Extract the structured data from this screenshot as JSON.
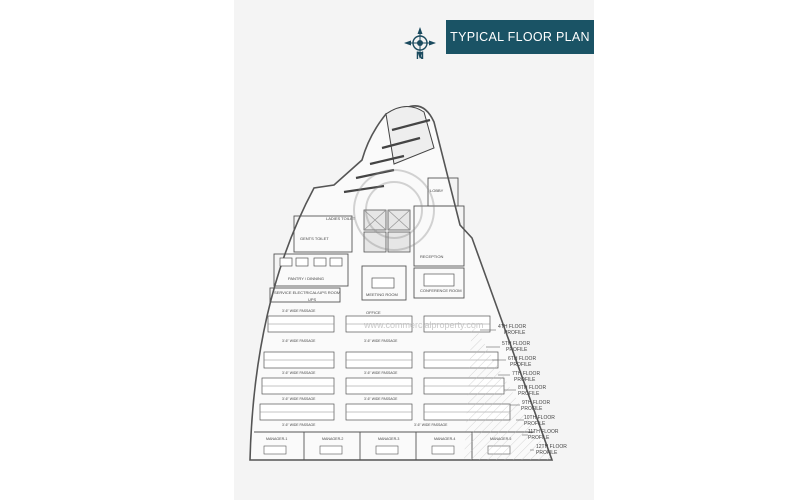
{
  "title": "TYPICAL FLOOR PLAN",
  "compass": {
    "letter": "N",
    "icon": "north-compass-icon"
  },
  "colors": {
    "title_bg": "#1a5365",
    "title_text": "#ffffff",
    "line": "#555555",
    "sheet": "#f4f4f4"
  },
  "watermark": "www.commercialproperty.com",
  "rooms": {
    "lobby": "LOBBY",
    "lobby_toilet": "LADIES TOILET",
    "gents_toilet": "GENTS TOILET",
    "pantry": "PANTRY / DINNING",
    "service": "SERVICE ELECTRICAL/UPS ROOM",
    "ups": "UPS",
    "meeting": "MEETING ROOM",
    "conference": "CONFERENCE ROOM",
    "office": "OFFICE",
    "reception": "RECEPTION"
  },
  "passages": [
    "3'-6\" WIDE PASSAGE",
    "3'-6\" WIDE PASSAGE",
    "3'-6\" WIDE PASSAGE",
    "3'-6\" WIDE PASSAGE",
    "3'-6\" WIDE PASSAGE",
    "3'-6\" WIDE PASSAGE",
    "3'-6\" WIDE PASSAGE",
    "3'-6\" WIDE PASSAGE",
    "3'-6\" WIDE PASSAGE"
  ],
  "managers": [
    "MANAGER-1",
    "MANAGER-2",
    "MANAGER-3",
    "MANAGER-4",
    "MANAGER-5"
  ],
  "floor_profiles": [
    {
      "line1": "4TH FLOOR",
      "line2": "PROFILE"
    },
    {
      "line1": "5TH FLOOR",
      "line2": "PROFILE"
    },
    {
      "line1": "6TH FLOOR",
      "line2": "PROFILE"
    },
    {
      "line1": "7TH FLOOR",
      "line2": "PROFILE"
    },
    {
      "line1": "8TH FLOOR",
      "line2": "PROFILE"
    },
    {
      "line1": "9TH FLOOR",
      "line2": "PROFILE"
    },
    {
      "line1": "10TH FLOOR",
      "line2": "PROFILE"
    },
    {
      "line1": "11TH FLOOR",
      "line2": "PROFILE"
    },
    {
      "line1": "12TH FLOOR",
      "line2": "PROFILE"
    }
  ]
}
